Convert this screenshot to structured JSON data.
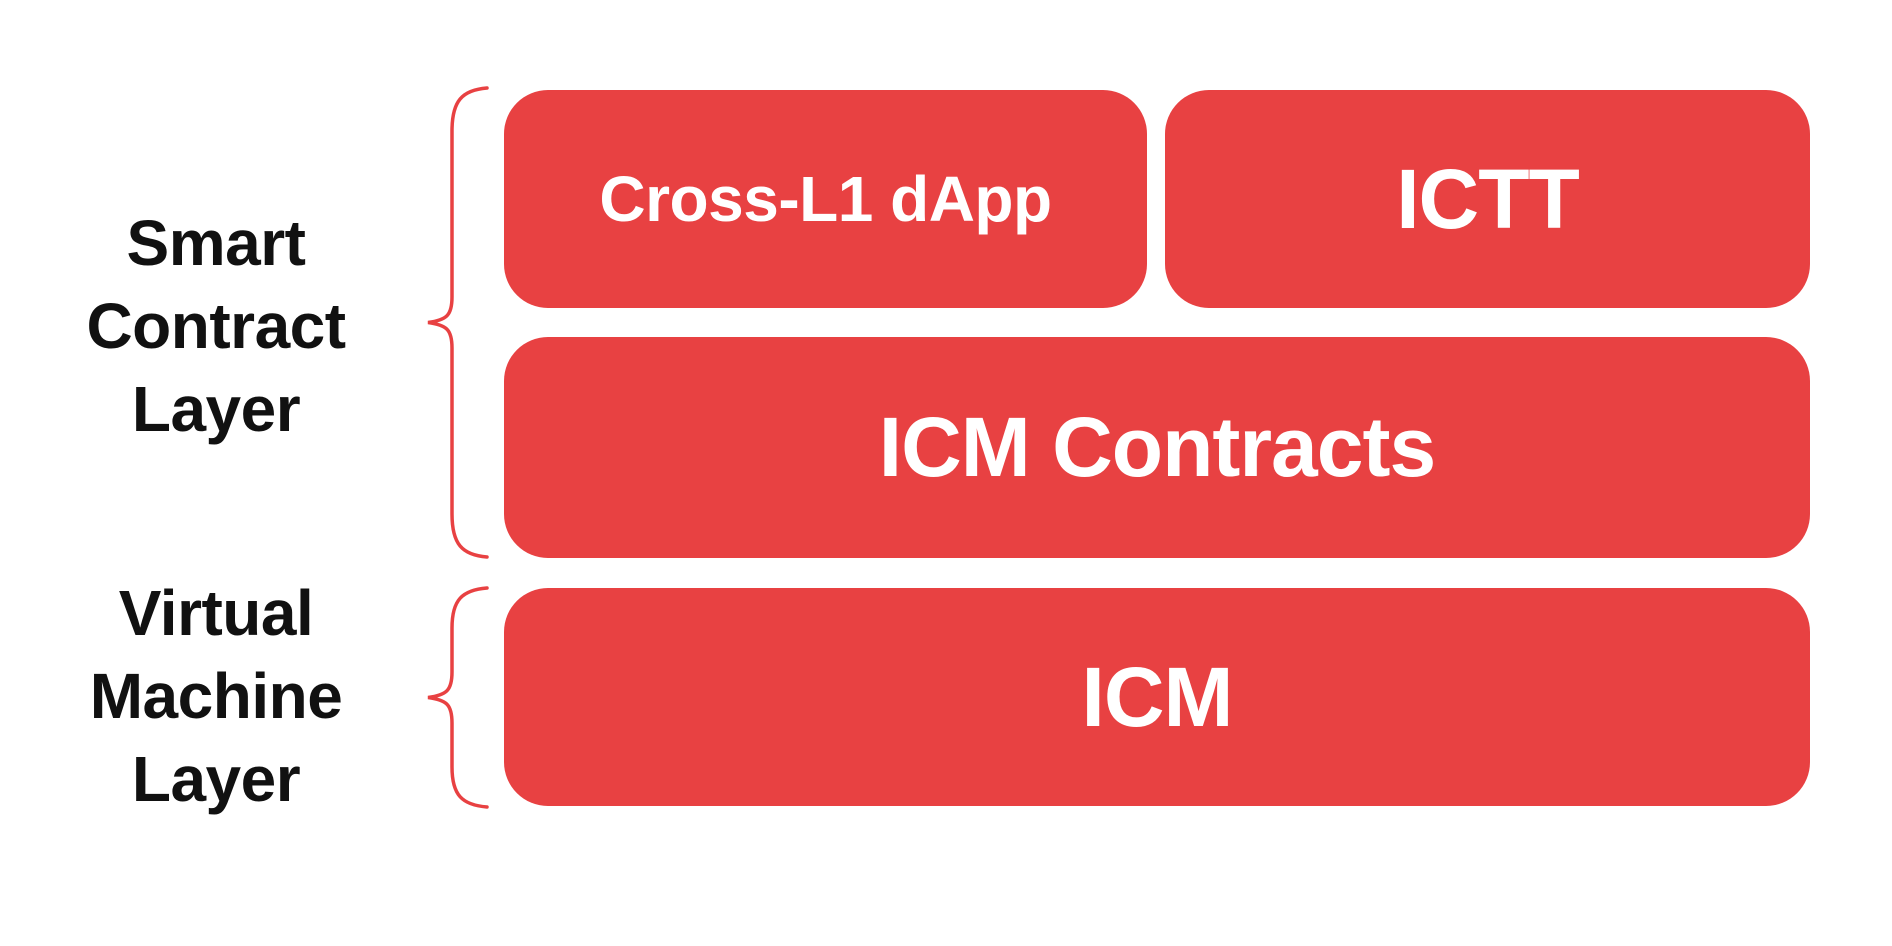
{
  "colors": {
    "block_red": "#E84142",
    "brace_red": "#E84142",
    "text_black": "#111111",
    "block_text": "#FFFFFF",
    "background": "#FFFFFF"
  },
  "left_labels": {
    "smart_contract": {
      "lines": [
        "Smart",
        "Contract",
        "Layer"
      ]
    },
    "virtual_machine": {
      "lines": [
        "Virtual",
        "Machine",
        "Layer"
      ]
    }
  },
  "blocks": {
    "cross_l1_dapp": {
      "label": "Cross-L1 dApp"
    },
    "ictt": {
      "label": "ICTT"
    },
    "icm_contracts": {
      "label": "ICM Contracts"
    },
    "icm": {
      "label": "ICM"
    }
  }
}
